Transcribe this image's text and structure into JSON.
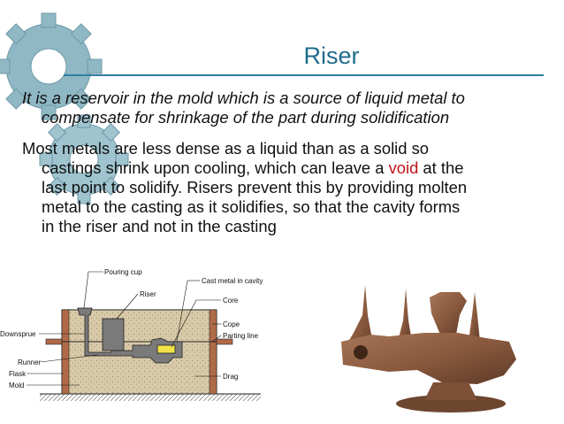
{
  "slide": {
    "title": "Riser",
    "definition": {
      "line1": "It is a reservoir in the mold which is a source of liquid metal to",
      "line2": "compensate for shrinkage of the part during solidification"
    },
    "explanation": {
      "line1": "Most metals are less dense as a liquid than as a solid so",
      "line2_before": "castings shrink upon cooling, which can leave a ",
      "line2_void": "void",
      "line2_after": " at the",
      "line3": "last point to solidify. Risers prevent this by providing molten",
      "line4": "metal to the casting as it solidifies, so that the cavity forms",
      "line5": "in the riser and not in the casting"
    }
  },
  "diagram": {
    "labels": {
      "pouring_cup": "Pouring cup",
      "riser": "Riser",
      "cast_metal": "Cast metal in cavity",
      "core": "Core",
      "downsprue": "Downsprue",
      "cope": "Cope",
      "parting_line": "Parting line",
      "runner": "Runner",
      "flask": "Flask",
      "mold": "Mold",
      "drag": "Drag"
    }
  },
  "colors": {
    "title": "#1f6b8c",
    "rule": "#2f7f9f",
    "void_word": "#c0141b",
    "gear": "#8fb8c4",
    "sand": "#d8c9a8",
    "flask": "#b06a48",
    "metal": "#7a7a7a",
    "core": "#f2e24a",
    "casting_photo": "#8a5a3e"
  }
}
